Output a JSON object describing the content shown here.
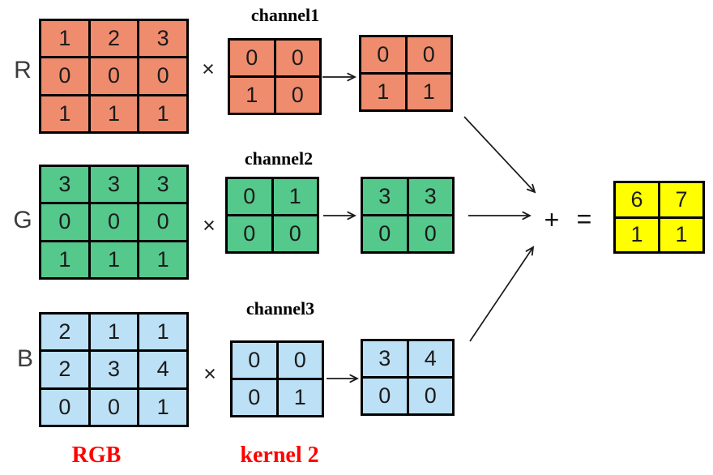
{
  "figure": {
    "colors": {
      "r": "#EF8C6E",
      "g": "#55C88C",
      "b": "#BCE0F5",
      "output": "#FFFF00",
      "label_red": "#FF0000",
      "line": "#1a1a1a"
    },
    "symbols": {
      "multiply": "×",
      "plus": "+",
      "equals": "="
    },
    "rows": [
      {
        "label": "R",
        "channel_title": "channel1",
        "input": [
          [
            1,
            2,
            3
          ],
          [
            0,
            0,
            0
          ],
          [
            1,
            1,
            1
          ]
        ],
        "kernel": [
          [
            0,
            0
          ],
          [
            1,
            0
          ]
        ],
        "result": [
          [
            0,
            0
          ],
          [
            1,
            1
          ]
        ]
      },
      {
        "label": "G",
        "channel_title": "channel2",
        "input": [
          [
            3,
            3,
            3
          ],
          [
            0,
            0,
            0
          ],
          [
            1,
            1,
            1
          ]
        ],
        "kernel": [
          [
            0,
            1
          ],
          [
            0,
            0
          ]
        ],
        "result": [
          [
            3,
            3
          ],
          [
            0,
            0
          ]
        ]
      },
      {
        "label": "B",
        "channel_title": "channel3",
        "input": [
          [
            2,
            1,
            1
          ],
          [
            2,
            3,
            4
          ],
          [
            0,
            0,
            1
          ]
        ],
        "kernel": [
          [
            0,
            0
          ],
          [
            0,
            1
          ]
        ],
        "result": [
          [
            3,
            4
          ],
          [
            0,
            0
          ]
        ]
      }
    ],
    "output": [
      [
        6,
        7
      ],
      [
        1,
        1
      ]
    ],
    "bottom_labels": {
      "rgb": "RGB",
      "kernel": "kernel 2"
    }
  }
}
